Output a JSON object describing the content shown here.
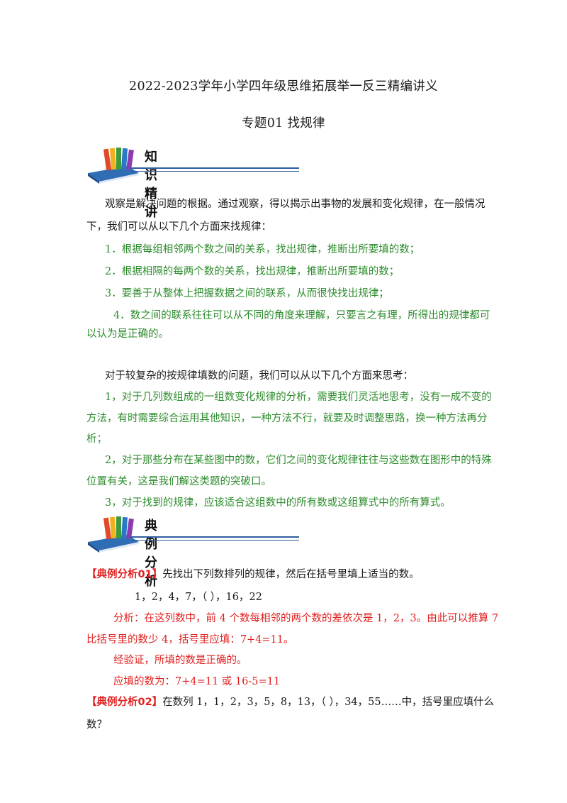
{
  "document": {
    "title": "2022-2023学年小学四年级思维拓展举一反三精编讲义",
    "subtitle": "专题01  找规律"
  },
  "sections": {
    "knowledge": "知识精讲",
    "examples": "典例分析"
  },
  "knowledge": {
    "p1a": "观察是解决问题的根据。通过观察，得以揭示出事物的发展和变化规律，在一般情况",
    "p1b": "下，我们可以从以下几个方面来找规律：",
    "item1": "1．根据每组相邻两个数之间的关系，找出规律，推断出所要填的数；",
    "item2": "2．根据相隔的每两个数的关系，找出规律，推断出所要填的数；",
    "item3": "3．要善于从整体上把握数据之间的联系，从而很快找出规律；",
    "item4a": "4．数之间的联系往往可以从不同的角度来理解，只要言之有理，所得出的规律都可",
    "item4b": "以认为是正确的。",
    "p2": "对于较复杂的按规律填数的问题，我们可以从以下几个方面来思考：",
    "m1a": "1，对于几列数组成的一组数变化规律的分析，需要我们灵活地思考，没有一成不变的",
    "m1b": "方法，有时需要综合运用其他知识，一种方法不行，就要及时调整思路，换一种方法再分",
    "m1c": "析；",
    "m2a": "2，对于那些分布在某些图中的数，它们之间的变化规律往往与这些数在图形中的特殊",
    "m2b": "位置有关，这是我们解这类题的突破口。",
    "m3": "3，对于找到的规律，应该适合这组数中的所有数或这组算式中的所有算式。"
  },
  "examples": {
    "ex1_label": "【典例分析01】",
    "ex1_text": "先找出下列数排列的规律，然后在括号里填上适当的数。",
    "ex1_seq": "1，2，4，7，（      ），16，22",
    "ex1_an1": "分析：在这列数中，前 4 个数每相邻的两个数的差依次是 1，2，3。由此可以推算 7",
    "ex1_an2": "比括号里的数少 4，括号里应填：7+4=11。",
    "ex1_an3": "经验证，所填的数是正确的。",
    "ex1_an4": "应填的数为：7+4=11 或 16-5=11",
    "ex2_label": "【典例分析02】",
    "ex2_text": "在数列 1，1，2，3，5，8，13，（      ），34，55……中，括号里应填什么",
    "ex2_text2": "数？"
  },
  "colors": {
    "green": "#2d8c2d",
    "red": "#e0201f",
    "rule": "#2f5e9e"
  }
}
